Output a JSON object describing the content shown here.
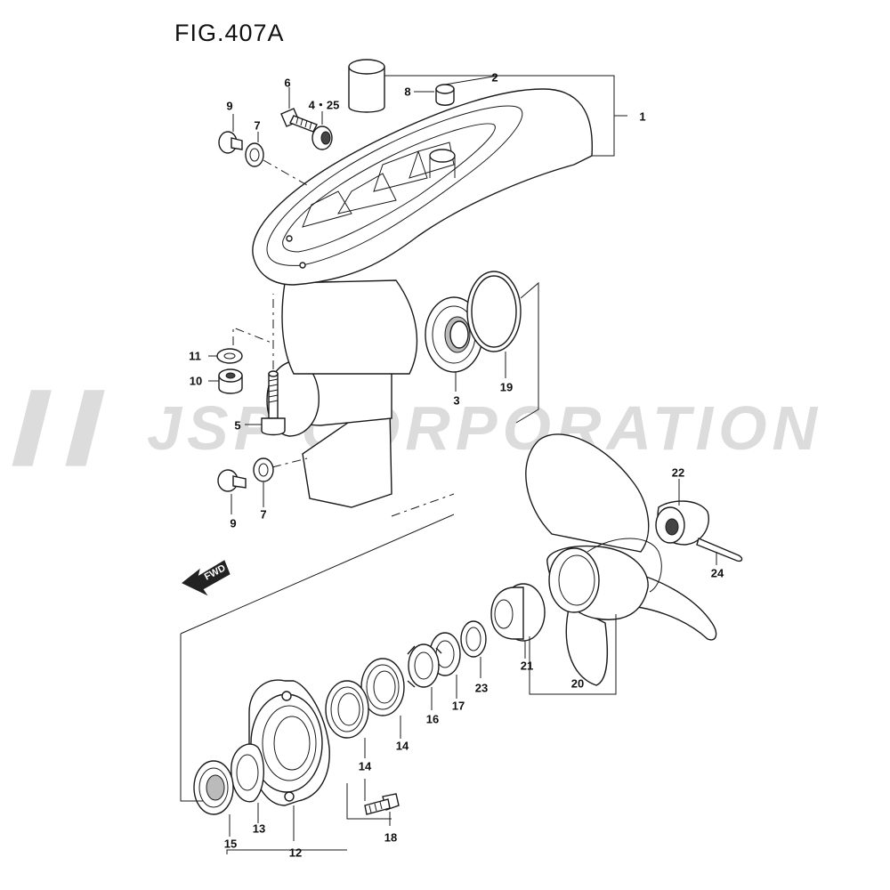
{
  "figure": {
    "title": "FIG.407A"
  },
  "watermark": {
    "text": "JSP CORPORATION",
    "logo_icon": "jsp-logo-icon"
  },
  "direction_arrow": {
    "label": "FWD"
  },
  "callouts": {
    "c1": "1",
    "c2": "2",
    "c3": "3",
    "c4_25": "4・25",
    "c5": "5",
    "c6": "6",
    "c7a": "7",
    "c7b": "7",
    "c8": "8",
    "c9a": "9",
    "c9b": "9",
    "c10": "10",
    "c11": "11",
    "c12": "12",
    "c13": "13",
    "c14a": "14",
    "c14b": "14",
    "c15": "15",
    "c16": "16",
    "c17": "17",
    "c18": "18",
    "c19": "19",
    "c20": "20",
    "c21": "21",
    "c22": "22",
    "c23": "23",
    "c24": "24"
  }
}
